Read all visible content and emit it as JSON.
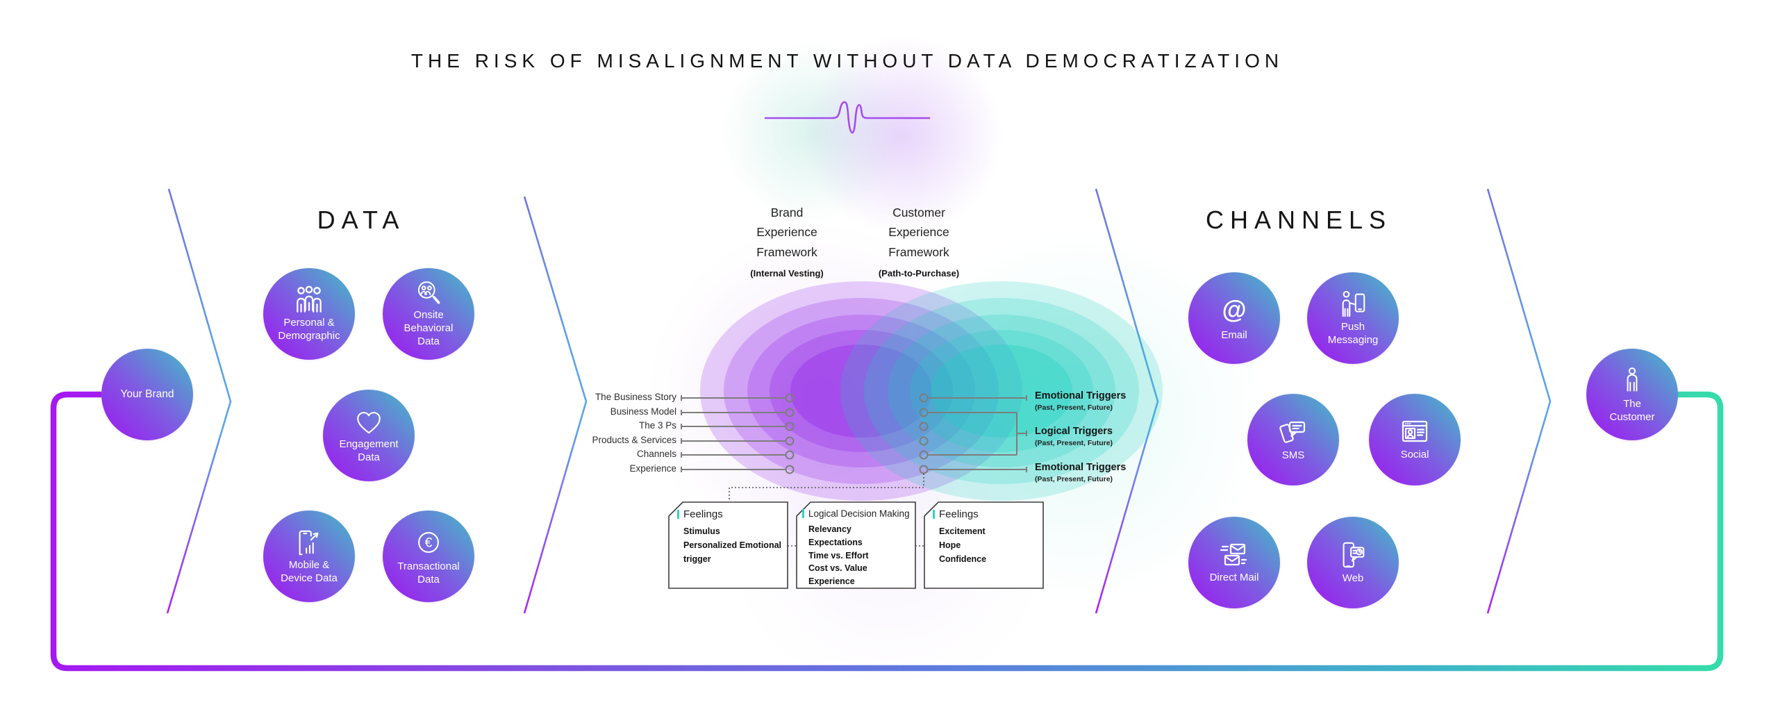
{
  "title": "THE RISK OF MISALIGNMENT WITHOUT DATA DEMOCRATIZATION",
  "brand": {
    "label": "Your Brand"
  },
  "customer": {
    "label": "The\nCustomer"
  },
  "data_section": {
    "heading": "DATA",
    "circles": [
      {
        "label": "Personal &\nDemographic",
        "icon": "people-icon"
      },
      {
        "label": "Onsite\nBehavioral\nData",
        "icon": "search-people-icon"
      },
      {
        "label": "Engagement\nData",
        "icon": "heart-icon"
      },
      {
        "label": "Mobile &\nDevice Data",
        "icon": "mobile-chart-icon"
      },
      {
        "label": "Transactional\nData",
        "icon": "euro-icon"
      }
    ]
  },
  "channels_section": {
    "heading": "CHANNELS",
    "circles": [
      {
        "label": "Email",
        "icon": "at-icon"
      },
      {
        "label": "Push\nMessaging",
        "icon": "push-notification-icon"
      },
      {
        "label": "SMS",
        "icon": "sms-icon"
      },
      {
        "label": "Social",
        "icon": "social-profile-icon"
      },
      {
        "label": "Direct Mail",
        "icon": "envelopes-icon"
      },
      {
        "label": "Web",
        "icon": "web-analytics-icon"
      }
    ]
  },
  "venn": {
    "left_header": {
      "title": "Brand\nExperience\nFramework",
      "subtitle": "(Internal Vesting)"
    },
    "right_header": {
      "title": "Customer\nExperience\nFramework",
      "subtitle": "(Path-to-Purchase)"
    },
    "left_labels": [
      "The Business Story",
      "Business Model",
      "The 3 Ps",
      "Products & Services",
      "Channels",
      "Experience"
    ],
    "right_labels": [
      {
        "title": "Emotional Triggers",
        "subtitle": "(Past, Present, Future)"
      },
      {
        "title": "Logical Triggers",
        "subtitle": "(Past, Present, Future)"
      },
      {
        "title": "Emotional Triggers",
        "subtitle": "(Past, Present, Future)"
      }
    ]
  },
  "boxes": [
    {
      "title": "Feelings",
      "items": "Stimulus\nPersonalized Emotional trigger"
    },
    {
      "title": "Logical Decision Making",
      "items": "Relevancy\nExpectations\nTime vs. Effort\nCost vs. Value\nExperience"
    },
    {
      "title": "Feelings",
      "items": "Excitement\nHope\nConfidence"
    }
  ],
  "colors": {
    "venn_purple": "#8a16e8",
    "venn_teal": "#17cfc0",
    "bubble_purple": "#9a1fee",
    "bubble_teal": "#41bfc6",
    "pulse_purple": "#a64ded",
    "loop_purple": "#a518f2",
    "loop_teal": "#35dcaa",
    "chevron_blue": "#5ba4e8",
    "chevron_magenta": "#b11ff2",
    "callout_gray": "#7d7d7d",
    "accent_teal_bar": "#2fd6c3"
  }
}
